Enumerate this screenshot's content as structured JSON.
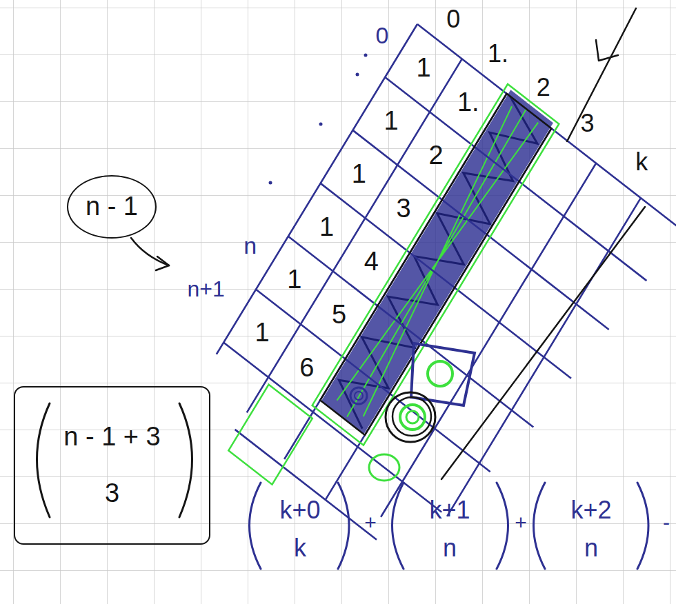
{
  "diagram": {
    "nodes": [
      {
        "text": [
          "n - 1"
        ]
      },
      {
        "text": [
          "n - 1 + 3",
          "3"
        ]
      }
    ],
    "labels": [
      "0",
      "0",
      "1.",
      "2",
      "3",
      "k",
      "1",
      "1.",
      "1",
      "2",
      "1",
      "3",
      "1",
      "4",
      "n",
      "1",
      "5",
      "n+1",
      "1",
      "6",
      "k+0",
      "k",
      "+",
      "k+1",
      "n",
      "+",
      "k+2",
      "n",
      "-"
    ]
  }
}
